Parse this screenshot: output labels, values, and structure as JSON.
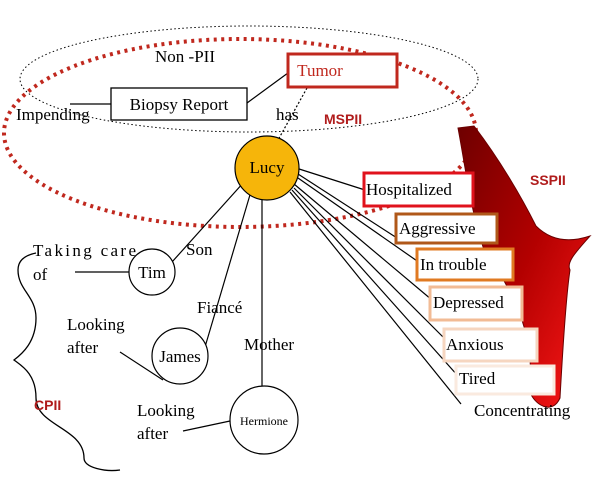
{
  "central": {
    "name": "Lucy",
    "fill": "#f6b50a"
  },
  "categories": {
    "non_pii": "Non -PII",
    "mspii": "MSPII",
    "sspii": "SSPII",
    "cpii": "CPII"
  },
  "nodes": {
    "biopsy_report": "Biopsy Report",
    "tumor": "Tumor",
    "impending": "Impending",
    "has": "has",
    "tim": "Tim",
    "james": "James",
    "hermione": "Hermione"
  },
  "relations": {
    "taking_care_of_line1": "Taking care",
    "taking_care_of_line2": "of",
    "son": "Son",
    "fiance": "Fiancé",
    "looking_after_1_line1": "Looking",
    "looking_after_1_line2": "after",
    "mother": "Mother",
    "looking_after_2_line1": "Looking",
    "looking_after_2_line2": "after"
  },
  "states": [
    {
      "label": "Hospitalized",
      "border": "#e0121c"
    },
    {
      "label": "Aggressive",
      "border": "#b0581a"
    },
    {
      "label": "In trouble",
      "border": "#e07a22"
    },
    {
      "label": "Depressed",
      "border": "#f2bb95"
    },
    {
      "label": "Anxious",
      "border": "#f6d6c0"
    },
    {
      "label": "Tired",
      "border": "#faeadf"
    },
    {
      "label": "Concentrating",
      "border": "none"
    }
  ],
  "colors": {
    "accent_red": "#c0281e",
    "dark_red": "#8b0000",
    "bright_red": "#e0121c",
    "category_text": "#b01c1c"
  }
}
